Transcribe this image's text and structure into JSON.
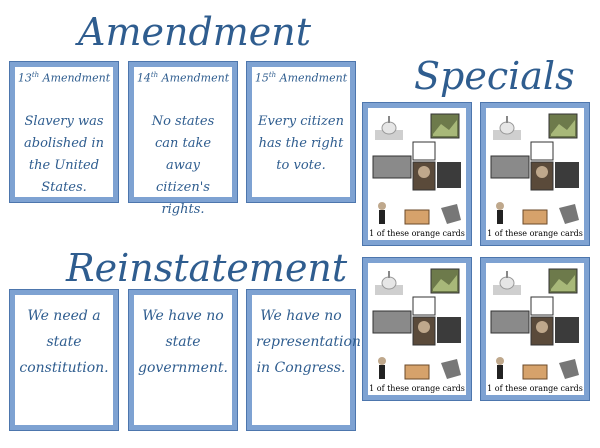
{
  "headings": {
    "amendment": "Amendment",
    "reinstatement": "Reinstatement",
    "specials": "Specials"
  },
  "amendment_cards": [
    {
      "ordinal": "13",
      "suffix": "th",
      "label": "Amendment",
      "text": "Slavery was abolished in the United States."
    },
    {
      "ordinal": "14",
      "suffix": "th",
      "label": "Amendment",
      "text": "No states can take away citizen's rights."
    },
    {
      "ordinal": "15",
      "suffix": "th",
      "label": "Amendment",
      "text": "Every citizen has the right to vote."
    }
  ],
  "reinstatement_cards": [
    {
      "text": "We need a state constitution."
    },
    {
      "text": "We have no state government."
    },
    {
      "text": "We have no representation in Congress."
    }
  ],
  "special_cards": [
    {
      "caption": "1 of these orange cards"
    },
    {
      "caption": "1 of these orange cards"
    },
    {
      "caption": "1 of these orange cards"
    },
    {
      "caption": "1 of these orange cards"
    }
  ],
  "colors": {
    "heading": "#2f5d8f",
    "card_border": "#7ea2d2",
    "card_text": "#2f5d8f"
  }
}
